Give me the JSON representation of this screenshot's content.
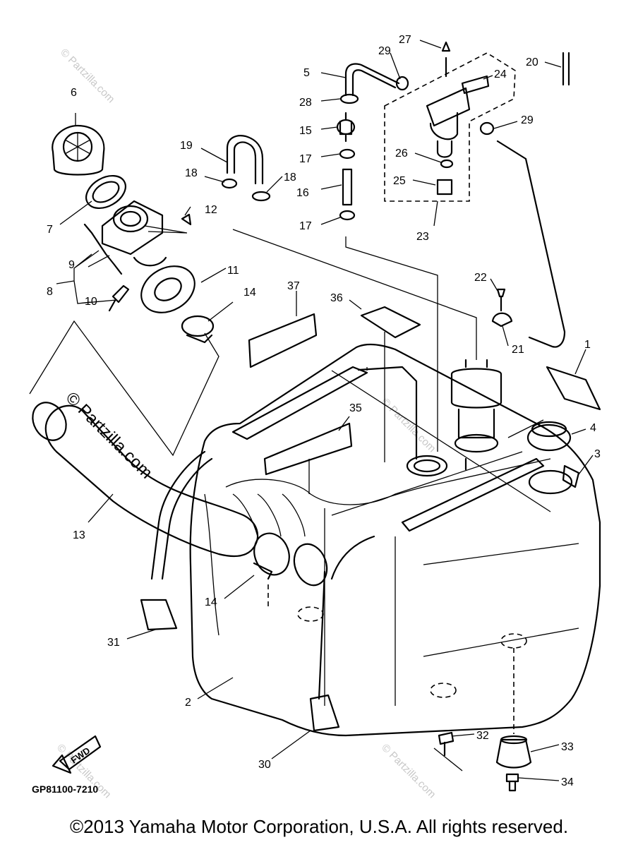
{
  "diagram": {
    "drawing_code": "GP81100-7210",
    "fwd_label": "FWD",
    "watermark": "© Partzilla.com",
    "watermark_large": "© Partzilla.com",
    "copyright": "©2013 Yamaha Motor Corporation, U.S.A. All rights reserved.",
    "callouts": [
      "1",
      "2",
      "3",
      "4",
      "5",
      "6",
      "7",
      "8",
      "9",
      "10",
      "11",
      "12",
      "13",
      "14",
      "14",
      "15",
      "16",
      "17",
      "17",
      "18",
      "18",
      "19",
      "20",
      "21",
      "22",
      "23",
      "24",
      "25",
      "26",
      "27",
      "28",
      "29",
      "29",
      "30",
      "31",
      "32",
      "33",
      "34",
      "35",
      "36",
      "37"
    ]
  }
}
